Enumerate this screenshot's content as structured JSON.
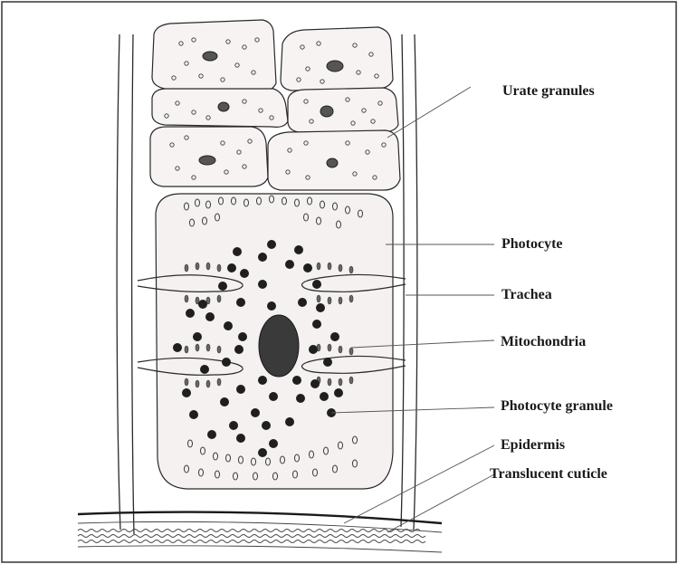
{
  "labels": {
    "urate_granules": "Urate granules",
    "photocyte": "Photocyte",
    "trachea": "Trachea",
    "mitochondria": "Mitochondria",
    "photocyte_granule": "Photocyte granule",
    "epidermis": "Epidermis",
    "translucent_cuticle": "Translucent cuticle"
  },
  "colors": {
    "ink": "#2a2a2a",
    "frame": "#333333",
    "cell_fill": "#f6f3f2",
    "photocyte_fill": "#f4f1f0"
  }
}
